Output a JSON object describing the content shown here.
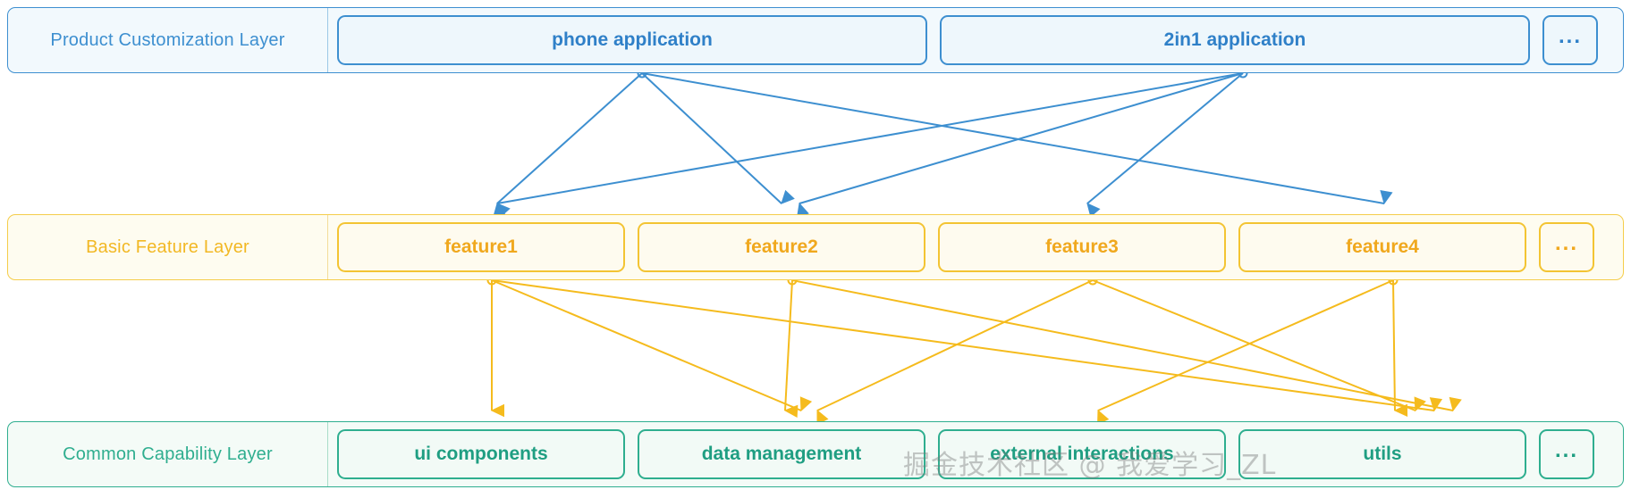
{
  "diagram": {
    "title": "Layered application architecture",
    "colors": {
      "blue": "#3d8fd0",
      "amber": "#f0a81e",
      "green": "#2fae8f",
      "blue_fill": "#f2f9fd",
      "amber_fill": "#fefcf0",
      "green_fill": "#f4fbf7"
    },
    "ellipsis_label": "...",
    "layers": [
      {
        "id": "product-customization",
        "label": "Product Customization Layer",
        "color": "blue",
        "nodes": [
          {
            "id": "phone-application",
            "label": "phone application"
          },
          {
            "id": "2in1-application",
            "label": "2in1 application"
          }
        ],
        "has_ellipsis": true
      },
      {
        "id": "basic-feature",
        "label": "Basic Feature Layer",
        "color": "amber",
        "nodes": [
          {
            "id": "feature1",
            "label": "feature1"
          },
          {
            "id": "feature2",
            "label": "feature2"
          },
          {
            "id": "feature3",
            "label": "feature3"
          },
          {
            "id": "feature4",
            "label": "feature4"
          }
        ],
        "has_ellipsis": true
      },
      {
        "id": "common-capability",
        "label": "Common Capability Layer",
        "color": "green",
        "nodes": [
          {
            "id": "ui-components",
            "label": "ui components"
          },
          {
            "id": "data-management",
            "label": "data management"
          },
          {
            "id": "external-interactions",
            "label": "external interactions"
          },
          {
            "id": "utils",
            "label": "utils"
          }
        ],
        "has_ellipsis": true
      }
    ],
    "connections": [
      {
        "from": "phone-application",
        "to": "feature1"
      },
      {
        "from": "phone-application",
        "to": "feature2"
      },
      {
        "from": "phone-application",
        "to": "feature3"
      },
      {
        "from": "2in1-application",
        "to": "feature1"
      },
      {
        "from": "2in1-application",
        "to": "feature2"
      },
      {
        "from": "2in1-application",
        "to": "feature4"
      },
      {
        "from": "feature1",
        "to": "ui-components"
      },
      {
        "from": "feature1",
        "to": "data-management"
      },
      {
        "from": "feature1",
        "to": "utils"
      },
      {
        "from": "feature2",
        "to": "data-management"
      },
      {
        "from": "feature2",
        "to": "utils"
      },
      {
        "from": "feature3",
        "to": "data-management"
      },
      {
        "from": "feature3",
        "to": "utils"
      },
      {
        "from": "feature4",
        "to": "external-interactions"
      },
      {
        "from": "feature4",
        "to": "utils"
      }
    ]
  },
  "watermark": {
    "text": "掘金技术社区 @ 我爱学习_ZL"
  }
}
